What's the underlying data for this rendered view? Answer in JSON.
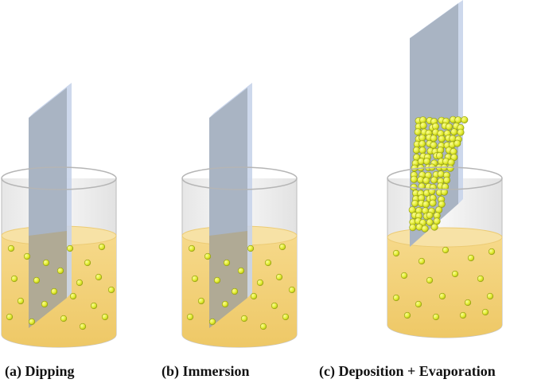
{
  "figure": {
    "panels": [
      {
        "id": "a",
        "caption": "(a) Dipping"
      },
      {
        "id": "b",
        "caption": "(b) Immersion"
      },
      {
        "id": "c",
        "caption": "(c) Deposition + Evaporation"
      }
    ]
  },
  "colors": {
    "background": "#ffffff",
    "liquid": "#f3d27a",
    "liquid_top": "#f7e0a0",
    "particle": "#e6ef3a",
    "particle_edge": "#8f9a10",
    "substrate_face": "#a8b3c2",
    "substrate_edge": "#cdd9ee",
    "beaker_glass": "#eeeeee",
    "beaker_rim": "#b9b9b9",
    "caption_text": "#111111"
  }
}
